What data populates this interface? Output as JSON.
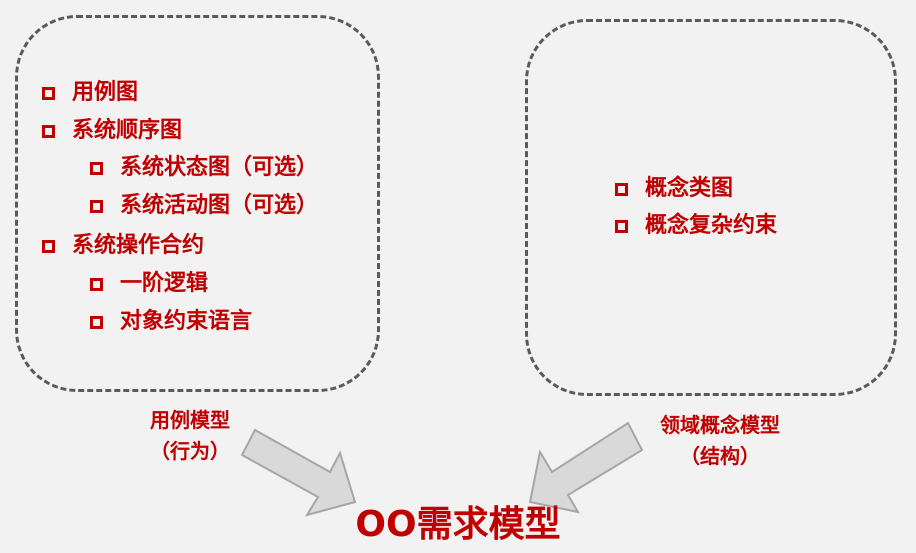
{
  "left_box": {
    "items": [
      {
        "label": "用例图",
        "level": 1
      },
      {
        "label": "系统顺序图",
        "level": 1
      },
      {
        "label": "系统状态图（可选）",
        "level": 2
      },
      {
        "label": "系统活动图（可选）",
        "level": 2
      },
      {
        "label": "系统操作合约",
        "level": 1
      },
      {
        "label": "一阶逻辑",
        "level": 2
      },
      {
        "label": "对象约束语言",
        "level": 2
      }
    ]
  },
  "right_box": {
    "items": [
      {
        "label": "概念类图",
        "level": 1
      },
      {
        "label": "概念复杂约束",
        "level": 1
      }
    ]
  },
  "left_caption": {
    "line1": "用例模型",
    "line2": "（行为）"
  },
  "right_caption": {
    "line1": "领域概念模型",
    "line2": "（结构）"
  },
  "title": "OO需求模型",
  "colors": {
    "accent": "#c00000",
    "border": "#5a5a5a",
    "background": "#f2f2f2",
    "arrow_fill": "#d9d9d9",
    "arrow_stroke": "#a6a6a6"
  },
  "icons": {
    "bullet": "checkbox-square-icon",
    "arrow_left": "arrow-down-right-icon",
    "arrow_right": "arrow-down-left-icon"
  }
}
